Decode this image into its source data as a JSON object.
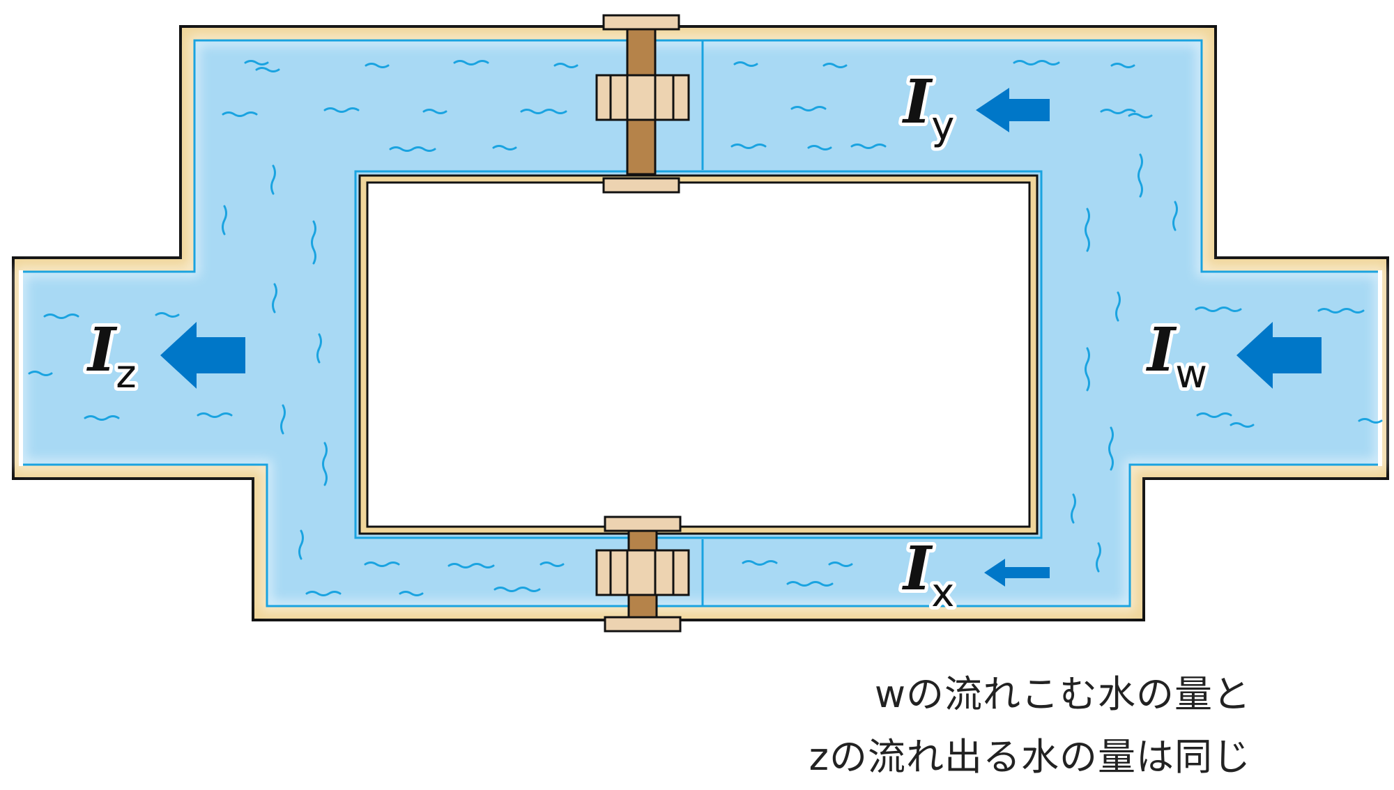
{
  "labels": {
    "y": {
      "main": "I",
      "sub": "y"
    },
    "z": {
      "main": "I",
      "sub": "z"
    },
    "w": {
      "main": "I",
      "sub": "w"
    },
    "x": {
      "main": "I",
      "sub": "x"
    }
  },
  "caption": {
    "line1": "wの流れこむ水の量と",
    "line2": "zの流れ出る水の量は同じ"
  },
  "colors": {
    "water": "#a8d9f4",
    "wall": "#f0d69b",
    "arrow": "#0077c8",
    "gear_body": "#edd3b1",
    "gear_shaft": "#b5834a",
    "ripple": "#1aa3e0"
  }
}
